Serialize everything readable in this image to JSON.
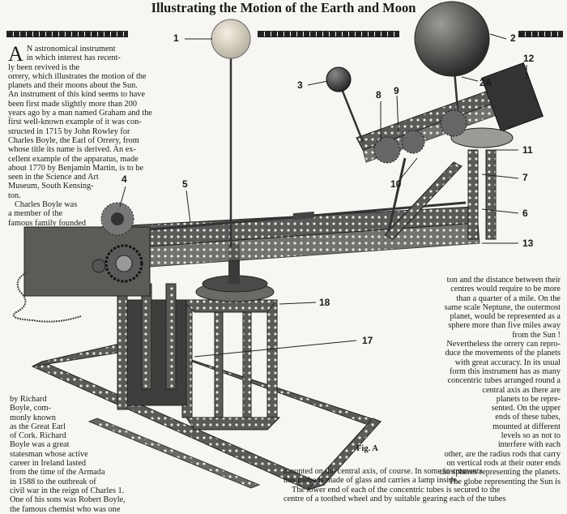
{
  "article": {
    "title": "Illustrating the Motion of the Earth and Moon",
    "fig_caption": "Fig. A",
    "col_left_top": {
      "dropcap": "A",
      "lines": [
        "N astronomical instrument",
        "in which interest has recent-",
        "ly been revived is the",
        "orrery, which illustrates the motion of the",
        "planets and their moons about the Sun.",
        "An instrument of this kind seems to have",
        "been first made slightly more than 200",
        "years ago by a man named Graham and the",
        "first well-known example of it was con-",
        "structed in 1715 by John Rowley for",
        "Charles Boyle, the Earl of Orrery, from",
        "whose title its name is derived. An ex-",
        "cellent example of the apparatus, made",
        "about 1770 by Benjamin Martin, is to be",
        "seen in the Science and Art",
        "Museum, South Kensing-",
        "ton.",
        "Charles Boyle was",
        "a member of the",
        "famous family founded"
      ]
    },
    "col_left_bottom": [
      "by Richard",
      "Boyle, com-",
      "monly known",
      "as the Great Earl",
      "of Cork. Richard",
      "Boyle was a great",
      "statesman whose active",
      "career in Ireland lasted",
      "from the time of the Armada",
      "in 1588 to the outbreak of",
      "civil war in the reign of Charles 1.",
      "One of his sons was Robert Boyle,",
      "the famous chemist who was one"
    ],
    "col_right": [
      "ton and the distance between their",
      "centres would require to be more",
      "than a quarter of a mile. On the",
      "same scale Neptune, the outermost",
      "planet, would be represented as a",
      "sphere more than five miles away",
      "from the Sun !",
      "Nevertheless the orrery can repro-",
      "duce the movements of the planets",
      "with great accuracy. In its usual",
      "form this instrument has as many",
      "concentric tubes arranged round a",
      "central axis as there are",
      "planets to be repre-",
      "sented. On the upper",
      "ends of these tubes,",
      "mounted at different",
      "levels so as not to",
      "interfere with each",
      "other, are the radius rods that carry",
      "on vertical rods at their outer ends",
      "the spheres representing the planets.",
      "The globe representing the Sun is"
    ],
    "bottom_lines": [
      "mounted on the central axis, of course. In some instruments",
      "this globe is made of glass and carries a lamp inside.",
      "The lower end of each of the concentric tubes is secured to the",
      "centre of a toothed wheel and by suitable gearing each of the tubes"
    ]
  },
  "labels": [
    "1",
    "2",
    "2A",
    "3",
    "4",
    "5",
    "6",
    "7",
    "8",
    "9",
    "10",
    "11",
    "12",
    "13",
    "17",
    "18"
  ]
}
